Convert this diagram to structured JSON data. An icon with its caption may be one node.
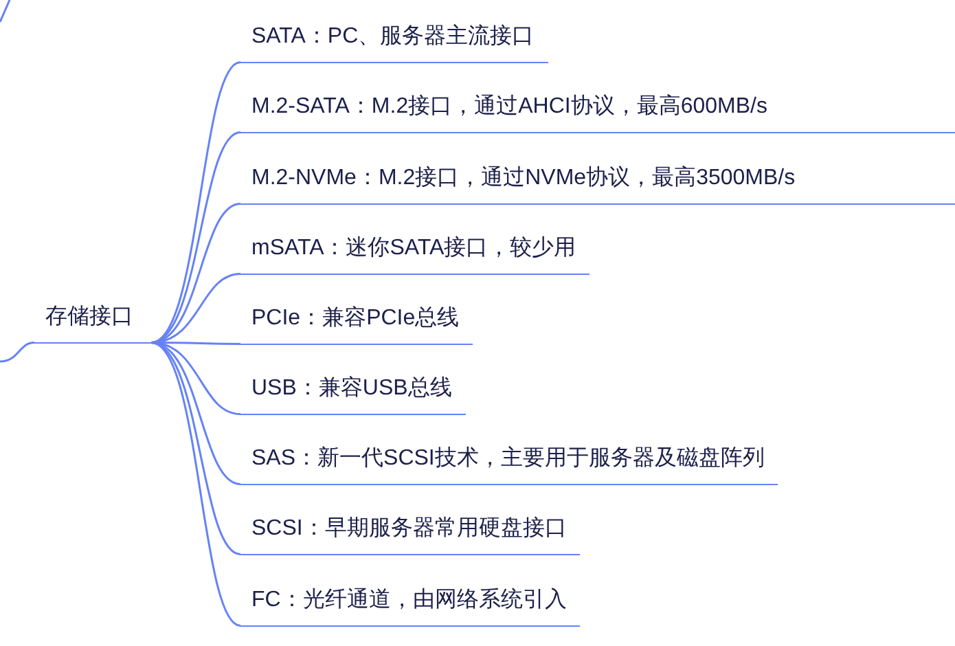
{
  "diagram": {
    "nodes": [
      {
        "text": [
          "存储接口"
        ]
      },
      {
        "text": [
          "SATA：PC、服务器主流接口"
        ]
      },
      {
        "text": [
          "M.2-SATA：M.2接口，通过AHCI协议，最高600MB/s"
        ]
      },
      {
        "text": [
          "M.2-NVMe：M.2接口，通过NVMe协议，最高3500MB/s"
        ]
      },
      {
        "text": [
          "mSATA：迷你SATA接口，较少用"
        ]
      },
      {
        "text": [
          "PCIe：兼容PCIe总线"
        ]
      },
      {
        "text": [
          "USB：兼容USB总线"
        ]
      },
      {
        "text": [
          "SAS：新一代SCSI技术，主要用于服务器及磁盘阵列"
        ]
      },
      {
        "text": [
          "SCSI：早期服务器常用硬盘接口"
        ]
      },
      {
        "text": [
          "FC：光纤通道，由网络系统引入"
        ]
      }
    ],
    "edges": [
      {
        "from": 0,
        "to": 1,
        "arrow": "none"
      },
      {
        "from": 0,
        "to": 2,
        "arrow": "none"
      },
      {
        "from": 0,
        "to": 3,
        "arrow": "none"
      },
      {
        "from": 0,
        "to": 4,
        "arrow": "none"
      },
      {
        "from": 0,
        "to": 5,
        "arrow": "none"
      },
      {
        "from": 0,
        "to": 6,
        "arrow": "none"
      },
      {
        "from": 0,
        "to": 7,
        "arrow": "none"
      },
      {
        "from": 0,
        "to": 8,
        "arrow": "none"
      },
      {
        "from": 0,
        "to": 9,
        "arrow": "none"
      },
      {
        "from": null,
        "to": 0,
        "arrow": "none"
      }
    ]
  }
}
